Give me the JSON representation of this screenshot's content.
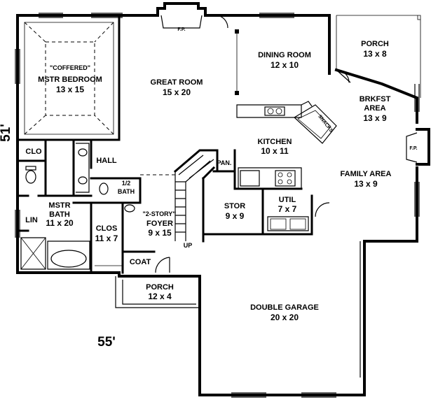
{
  "rooms": {
    "coffered": "\"COFFERED\"",
    "mstr_bedroom": {
      "name": "MSTR BEDROOM",
      "size": "13 x 15"
    },
    "great_room": {
      "name": "GREAT ROOM",
      "size": "15 x 20"
    },
    "dining_room": {
      "name": "DINING ROOM",
      "size": "12 x 10"
    },
    "porch_rear": {
      "name": "PORCH",
      "size": "13 x 8"
    },
    "brkfst": {
      "name": "BRKFST",
      "name2": "AREA",
      "size": "13 x 9"
    },
    "kitchen": {
      "name": "KITCHEN",
      "size": "10 x 11"
    },
    "family_area": {
      "name": "FAMILY AREA",
      "size": "13 x 9"
    },
    "clo": "CLO",
    "hall": "HALL",
    "half_bath": {
      "line1": "1/2",
      "line2": "BATH"
    },
    "pan": "PAN.",
    "mstr_bath": {
      "name": "MSTR",
      "name2": "BATH",
      "size": "11 x 20"
    },
    "lin": "LIN",
    "clos": {
      "name": "CLOS",
      "size": "11 x 7"
    },
    "foyer": {
      "note": "\"2-STORY\"",
      "name": "FOYER",
      "size": "9 x 15"
    },
    "stor": {
      "name": "STOR",
      "size": "9 x 9"
    },
    "util": {
      "name": "UTIL",
      "size": "7 x 7"
    },
    "up": "UP",
    "coat": "COAT",
    "porch_front": {
      "name": "PORCH",
      "size": "12 x 4"
    },
    "garage": {
      "name": "DOUBLE GARAGE",
      "size": "20 x 20"
    },
    "snacks": "SNACKS",
    "fp_top": "F.P.",
    "fp_right": "F.P."
  },
  "dimensions": {
    "depth": "51'",
    "width": "55'"
  }
}
